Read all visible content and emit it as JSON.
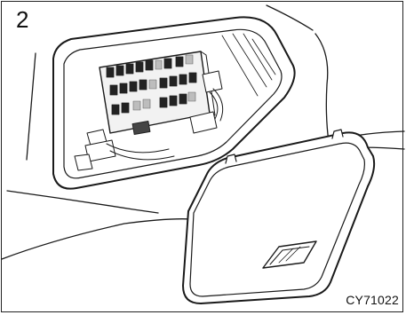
{
  "figure": {
    "step_number": "2",
    "figure_code": "CY71022"
  },
  "colors": {
    "background": "#ffffff",
    "line": "#1a1a1a",
    "fuse_dark": "#222222",
    "fuse_light": "#bdbdbd",
    "panel_inner": "#e9e9e9"
  },
  "icons": [
    "fuse-box",
    "fuse-box-cover"
  ]
}
